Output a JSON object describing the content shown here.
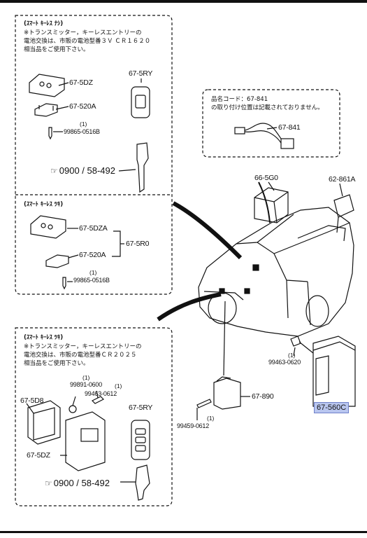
{
  "panel_top_left": {
    "header_no_keyless": "(ｽﾏｰﾄ ｷｰﾚｽ ﾅｼ)",
    "note_line1": "※トランスミッター，キーレスエントリーの",
    "note_line2": "電池交換は、市販の電池型番３Ｖ ＣＲ１６２０",
    "note_line3": "相当品をご使用下さい。",
    "header_with_keyless": "(ｽﾏｰﾄ ｷｰﾚｽ ﾂｷ)",
    "ref": "0900 / 58-492"
  },
  "panel_top_right": {
    "line1": "品名コード：67-841",
    "line2": "の取り付け位置は記載されておりません。"
  },
  "panel_bottom_left": {
    "header": "(ｽﾏｰﾄ ｷｰﾚｽ ﾂｷ)",
    "note_line1": "※トランスミッター，キーレスエントリーの",
    "note_line2": "電池交換は、市販の電池型番ＣＲ２０２５",
    "note_line3": "相当品をご使用下さい。",
    "ref": "0900 / 58-492"
  },
  "parts": {
    "p67_5DZ_a": "67-5DZ",
    "p67_520A_a": "67-520A",
    "p99865_a": "99865-0516B",
    "p67_5RY_a": "67-5RY",
    "p67_5DZA": "67-5DZA",
    "p67_520A_b": "67-520A",
    "p67_5R0": "67-5R0",
    "p99865_b": "99865-0516B",
    "p67_841": "67-841",
    "p66_5G0": "66-5G0",
    "p62_861A": "62-861A",
    "p99463_b": "99463-0620",
    "p67_560C": "67-560C",
    "p67_890": "67-890",
    "p99459": "99459-0612",
    "p99891": "99891-0600",
    "p99463_a": "99463-0612",
    "p67_5D8": "67-5D8",
    "p67_5RY_b": "67-5RY",
    "p67_5DZ_b": "67-5DZ"
  },
  "quantity": "(1)",
  "icons": [
    "hand-pointer-icon"
  ],
  "colors": {
    "highlight": "#b9c6ef",
    "line": "#111111"
  }
}
